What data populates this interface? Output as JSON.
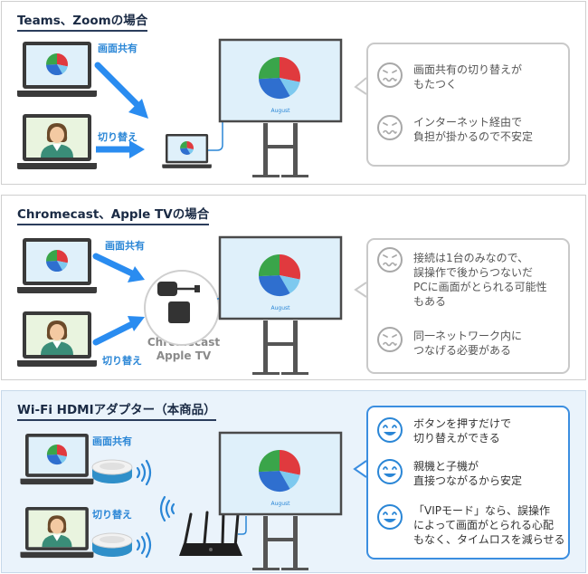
{
  "sections": [
    {
      "title": "Teams、Zoomの場合",
      "labels": {
        "share": "画面共有",
        "switch": "切り替え"
      },
      "screen_caption": "August",
      "bubble": [
        {
          "lines": [
            "画面共有の切り替えが",
            "もたつく"
          ]
        },
        {
          "lines": [
            "インターネット経由で",
            "負担が掛かるので不安定"
          ]
        }
      ]
    },
    {
      "title": "Chromecast、Apple TVの場合",
      "labels": {
        "share": "画面共有",
        "switch": "切り替え"
      },
      "device_label": [
        "Chromecast",
        "Apple TV"
      ],
      "screen_caption": "August",
      "bubble": [
        {
          "lines": [
            "接続は1台のみなので、",
            "誤操作で後からつないだ",
            "PCに画面がとられる可能性",
            "もある"
          ]
        },
        {
          "lines": [
            "同一ネットワーク内に",
            "つなげる必要がある"
          ]
        }
      ]
    },
    {
      "title": "Wi-Fi HDMIアダプター（本商品）",
      "labels": {
        "share": "画面共有",
        "switch": "切り替え"
      },
      "screen_caption": "August",
      "bubble": [
        {
          "lines": [
            "ボタンを押すだけで",
            "切り替えができる"
          ]
        },
        {
          "lines": [
            "親機と子機が",
            "直接つながるから安定"
          ]
        },
        {
          "lines": [
            "「VIPモード」なら、誤操作",
            "によって画面がとられる心配",
            "もなく、タイムロスを減らせる"
          ]
        }
      ]
    }
  ],
  "colors": {
    "accent_blue": "#2a86d6",
    "arrow_blue": "#2a8cf0",
    "title_navy": "#1a2a44",
    "pie_red": "#e03a3e",
    "pie_green": "#3aa54a",
    "pie_blue": "#2f6fcf",
    "pie_light": "#7dc9ef",
    "screen_bg": "#dff0fa",
    "stand_gray": "#555555",
    "face_neutral": "#a8a8a8",
    "face_happy": "#2a86d6"
  },
  "icons": [
    "laptop-icon",
    "pie-chart-icon",
    "person-icon",
    "arrow-icon",
    "display-stand-icon",
    "router-icon",
    "wifi-signal-icon",
    "dongle-icon",
    "face-worried-icon",
    "face-happy-icon"
  ]
}
